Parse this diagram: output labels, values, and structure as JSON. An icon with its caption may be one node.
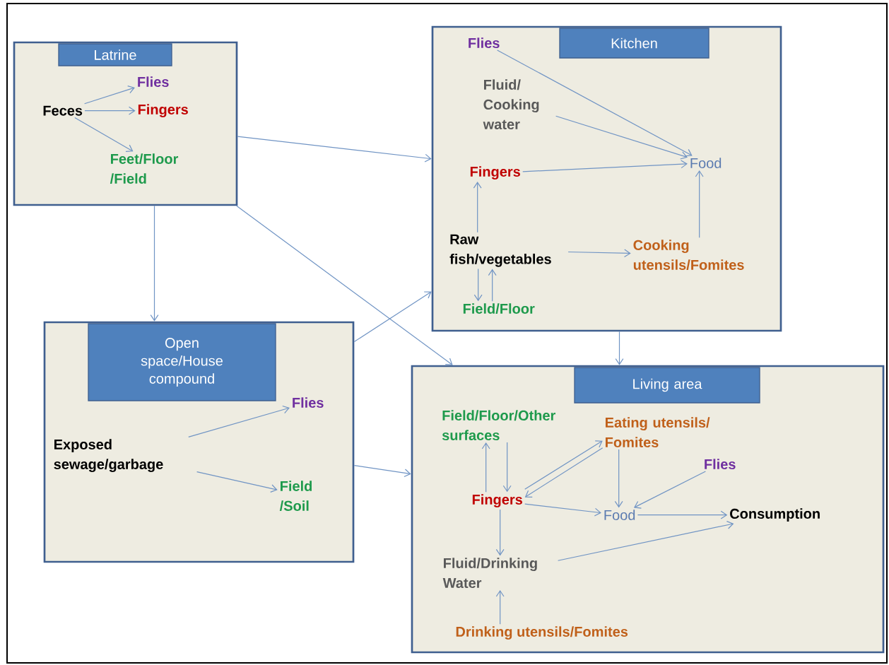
{
  "diagram": {
    "nodes": [
      {
        "text": [
          "Latrine"
        ]
      },
      {
        "text": [
          "Feces"
        ],
        "in": 0
      },
      {
        "text": [
          "Flies"
        ],
        "in": 0
      },
      {
        "text": [
          "Fingers"
        ],
        "in": 0
      },
      {
        "text": [
          "Feet/Floor /Field"
        ],
        "in": 0
      },
      {
        "text": [
          "Kitchen"
        ]
      },
      {
        "text": [
          "Flies"
        ],
        "in": 5
      },
      {
        "text": [
          "Fluid/ Cooking water"
        ],
        "in": 5
      },
      {
        "text": [
          "Fingers"
        ],
        "in": 5
      },
      {
        "text": [
          "Food"
        ],
        "in": 5
      },
      {
        "text": [
          "Raw fish/vegetables"
        ],
        "in": 5
      },
      {
        "text": [
          "Cooking utensils/Fomites"
        ],
        "in": 5
      },
      {
        "text": [
          "Field/Floor"
        ],
        "in": 5
      },
      {
        "text": [
          "Open space/House compound"
        ]
      },
      {
        "text": [
          "Exposed sewage/garbage"
        ],
        "in": 13
      },
      {
        "text": [
          "Flies"
        ],
        "in": 13
      },
      {
        "text": [
          "Field /Soil"
        ],
        "in": 13
      },
      {
        "text": [
          "Living area"
        ]
      },
      {
        "text": [
          "Field/Floor/Other surfaces"
        ],
        "in": 17
      },
      {
        "text": [
          "Eating utensils/ Fomites"
        ],
        "in": 17
      },
      {
        "text": [
          "Flies"
        ],
        "in": 17
      },
      {
        "text": [
          "Fingers"
        ],
        "in": 17
      },
      {
        "text": [
          "Food"
        ],
        "in": 17
      },
      {
        "text": [
          "Consumption"
        ],
        "in": 17
      },
      {
        "text": [
          "Fluid/Drinking Water"
        ],
        "in": 17
      },
      {
        "text": [
          "Drinking utensils/Fomites"
        ],
        "in": 17
      }
    ],
    "edges": [
      {
        "from": 1,
        "to": 2,
        "arrow": "to"
      },
      {
        "from": 1,
        "to": 3,
        "arrow": "to"
      },
      {
        "from": 1,
        "to": 4,
        "arrow": "to"
      },
      {
        "from": 0,
        "to": 5,
        "arrow": "to"
      },
      {
        "from": 0,
        "to": 17,
        "arrow": "to"
      },
      {
        "from": 0,
        "to": 13,
        "arrow": "to"
      },
      {
        "from": 6,
        "to": 9,
        "arrow": "to"
      },
      {
        "from": 7,
        "to": 9,
        "arrow": "to"
      },
      {
        "from": 8,
        "to": 9,
        "arrow": "to"
      },
      {
        "from": 10,
        "to": 8,
        "arrow": "to"
      },
      {
        "from": 10,
        "to": 11,
        "arrow": "to"
      },
      {
        "from": 11,
        "to": 9,
        "arrow": "to"
      },
      {
        "from": 10,
        "to": 12,
        "arrow": "to"
      },
      {
        "from": 12,
        "to": 10,
        "arrow": "to"
      },
      {
        "from": 13,
        "to": 5,
        "arrow": "to"
      },
      {
        "from": 13,
        "to": 17,
        "arrow": "to"
      },
      {
        "from": 14,
        "to": 15,
        "arrow": "to"
      },
      {
        "from": 14,
        "to": 16,
        "arrow": "to"
      },
      {
        "from": 5,
        "to": 17,
        "arrow": "to"
      },
      {
        "from": 21,
        "to": 18,
        "arrow": "to"
      },
      {
        "from": 18,
        "to": 21,
        "arrow": "to"
      },
      {
        "from": 21,
        "to": 19,
        "arrow": "to"
      },
      {
        "from": 19,
        "to": 21,
        "arrow": "to"
      },
      {
        "from": 19,
        "to": 22,
        "arrow": "to"
      },
      {
        "from": 20,
        "to": 22,
        "arrow": "to"
      },
      {
        "from": 21,
        "to": 22,
        "arrow": "to"
      },
      {
        "from": 22,
        "to": 23,
        "arrow": "to"
      },
      {
        "from": 21,
        "to": 24,
        "arrow": "to"
      },
      {
        "from": 24,
        "to": 23,
        "arrow": "to"
      },
      {
        "from": 25,
        "to": 24,
        "arrow": "to"
      }
    ]
  }
}
